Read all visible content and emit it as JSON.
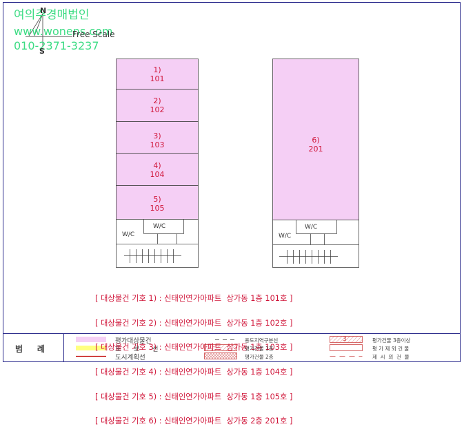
{
  "watermark": {
    "company": "여의주경매법인",
    "url": "www.wonens.com",
    "phone": "010-2371-3237"
  },
  "compass": {
    "north": "N",
    "south": "S",
    "scale": "Free Scale"
  },
  "building_left": {
    "units": [
      {
        "num": "1)",
        "room": "101"
      },
      {
        "num": "2)",
        "room": "102"
      },
      {
        "num": "3)",
        "room": "103"
      },
      {
        "num": "4)",
        "room": "104"
      },
      {
        "num": "5)",
        "room": "105"
      }
    ],
    "wc_labels": [
      "W/C",
      "W/C"
    ]
  },
  "building_right": {
    "units": [
      {
        "num": "6)",
        "room": "201"
      }
    ],
    "wc_labels": [
      "W/C",
      "W/C"
    ]
  },
  "property_list": [
    "[ 대상물건 기호 1) : 신태인연가아파트  상가동 1층 101호 ]",
    "[ 대상물건 기호 2) : 신태인연가아파트  상가동 1층 102호 ]",
    "[ 대상물건 기호 3) : 신태인연가아파트  상가동 1층 103호 ]",
    "[ 대상물건 기호 4) : 신태인연가아파트  상가동 1층 104호 ]",
    "[ 대상물건 기호 5) : 신태인연가아파트  상가동 1층 105호 ]",
    "[ 대상물건 기호 6) : 신태인연가아파트  상가동 2층 201호 ]"
  ],
  "legend": {
    "title": "범     례",
    "col1": [
      "평가대상물건",
      "도      로      선",
      "도시계획선"
    ],
    "col2": [
      "용도지역구분선",
      "평가건물 1층",
      "평가건물 2층"
    ],
    "col3": [
      "평가건물 3층이상",
      "평 가 제 외 건 물",
      "제  시  외  건  물"
    ],
    "floor3_symbol": "3"
  },
  "colors": {
    "target_fill": "#f5cff5",
    "unit_text": "#d0163a",
    "watermark": "#3ddc84",
    "road": "#ffff80",
    "planning_line": "#c00000",
    "frame": "#2b2b8c"
  }
}
